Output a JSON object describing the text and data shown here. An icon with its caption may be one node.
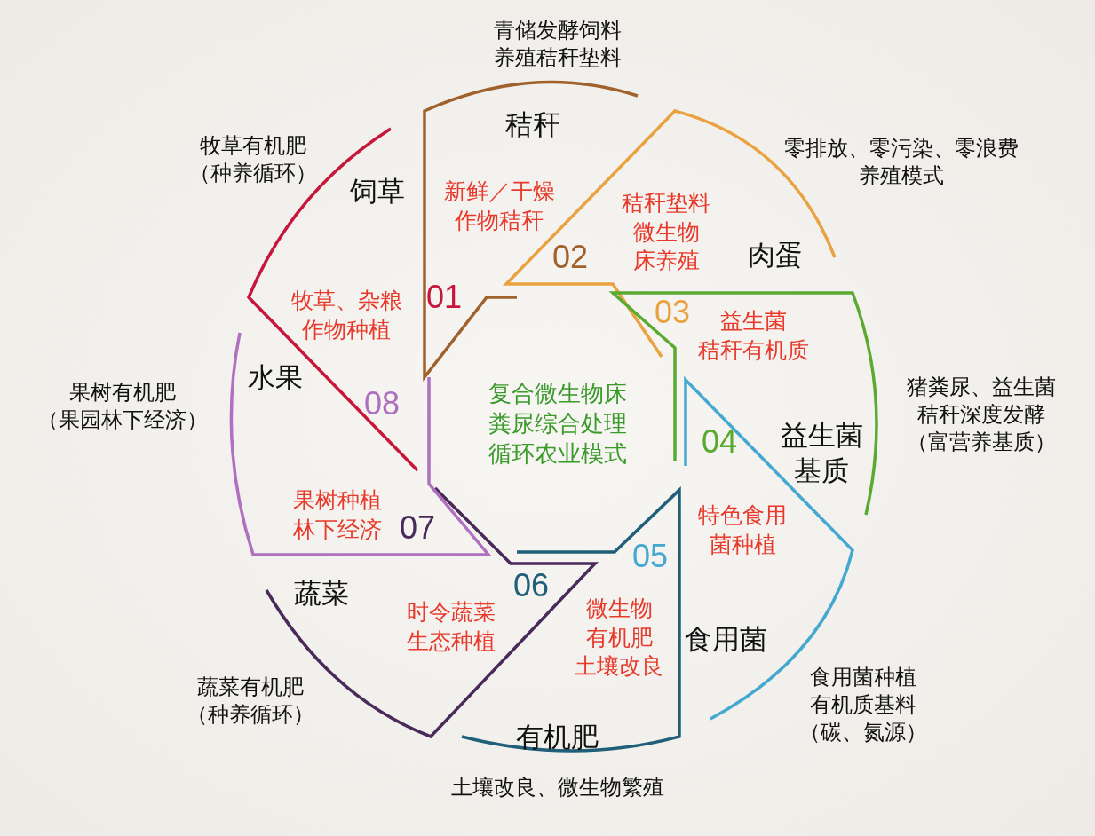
{
  "diagram": {
    "nodes": [
      {
        "text": [
          "牧草有机肥（种养循环）",
          "饲草",
          "牧草、杂粮作物种植",
          "水果"
        ]
      },
      {
        "text": [
          "青储发酵饲料养殖秸秆垫料",
          "秸秆",
          "新鲜／干燥作物秸秆"
        ]
      },
      {
        "text": [
          "零排放、零污染、零浪费养殖模式",
          "秸秆垫料微生物床养殖",
          "肉蛋"
        ]
      },
      {
        "text": [
          "益生菌秸秆有机质",
          "猪粪尿、益生菌秸秆深度发酵（富营养基质）"
        ]
      },
      {
        "text": [
          "益生菌基质",
          "特色食用菌种植",
          "食用菌",
          "食用菌种植有机质基料（碳、氮源）"
        ]
      },
      {
        "text": [
          "微生物有机肥土壤改良",
          "有机肥",
          "土壤改良、微生物繁殖"
        ]
      },
      {
        "text": [
          "蔬菜",
          "时令蔬菜生态种植",
          "蔬菜有机肥（种养循环）"
        ]
      },
      {
        "text": [
          "果树有机肥（果园林下经济）",
          "果树种植林下经济"
        ]
      }
    ],
    "labels": [
      "02",
      "01",
      "03",
      "08",
      "复合微生物床粪尿综合处理循环农业模式",
      "04",
      "07",
      "05",
      "06"
    ]
  }
}
